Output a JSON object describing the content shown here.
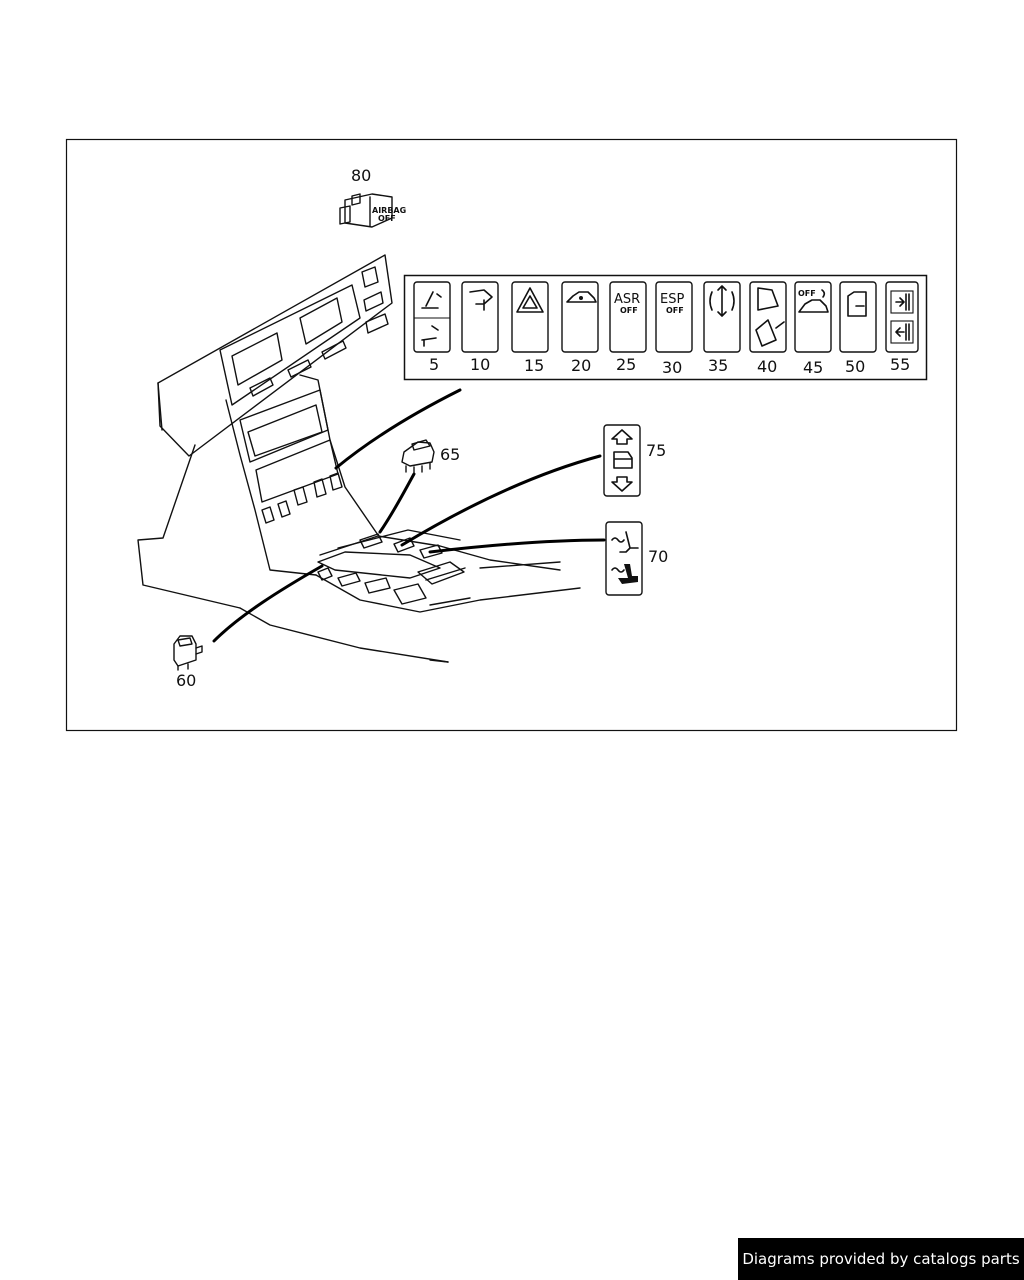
{
  "callouts": {
    "c5": "5",
    "c10": "10",
    "c15": "15",
    "c20": "20",
    "c25": "25",
    "c30": "30",
    "c35": "35",
    "c40": "40",
    "c45": "45",
    "c50": "50",
    "c55": "55",
    "c60": "60",
    "c65": "65",
    "c70": "70",
    "c75": "75",
    "c80": "80"
  },
  "switch_text": {
    "asr": "ASR",
    "asr_off": "OFF",
    "esp": "ESP",
    "esp_off": "OFF",
    "off_45": "OFF",
    "airbag": "AIRBAG",
    "airbag_off": "OFF"
  },
  "footer": {
    "credit": "Diagrams provided by catalogs parts"
  }
}
